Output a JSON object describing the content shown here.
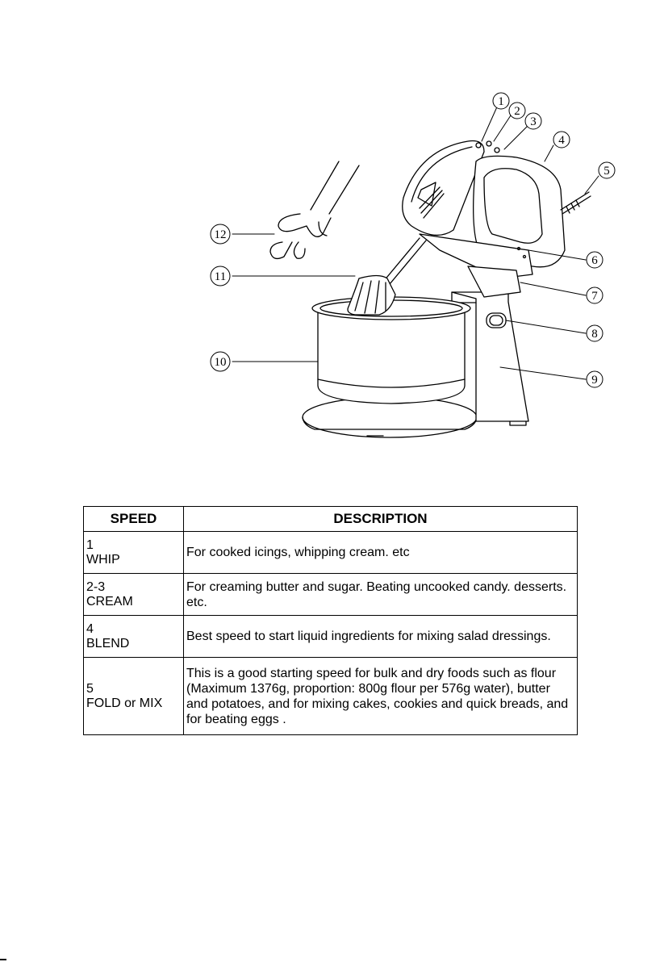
{
  "callouts": [
    {
      "num": "1"
    },
    {
      "num": "2"
    },
    {
      "num": "3"
    },
    {
      "num": "4"
    },
    {
      "num": "5"
    },
    {
      "num": "6"
    },
    {
      "num": "7"
    },
    {
      "num": "8"
    },
    {
      "num": "9"
    },
    {
      "num": "10"
    },
    {
      "num": "11"
    },
    {
      "num": "12"
    }
  ],
  "table": {
    "headers": {
      "speed": "SPEED",
      "description": "DESCRIPTION"
    },
    "rows": [
      {
        "speed_num": "1",
        "speed_name": "WHIP",
        "description": "For cooked icings, whipping cream. etc"
      },
      {
        "speed_num": "2-3",
        "speed_name": "CREAM",
        "description": "For creaming butter and sugar. Beating uncooked candy. desserts. etc."
      },
      {
        "speed_num": "4",
        "speed_name": "BLEND",
        "description": "Best speed to start liquid ingredients for mixing salad dressings."
      },
      {
        "speed_num": "5",
        "speed_name": "FOLD or MIX",
        "description": "This is a good starting speed for bulk and dry foods such as flour (Maximum 1376g, proportion: 800g flour per 576g water), butter and potatoes, and for mixing cakes, cookies and quick breads, and for beating eggs ."
      }
    ]
  }
}
